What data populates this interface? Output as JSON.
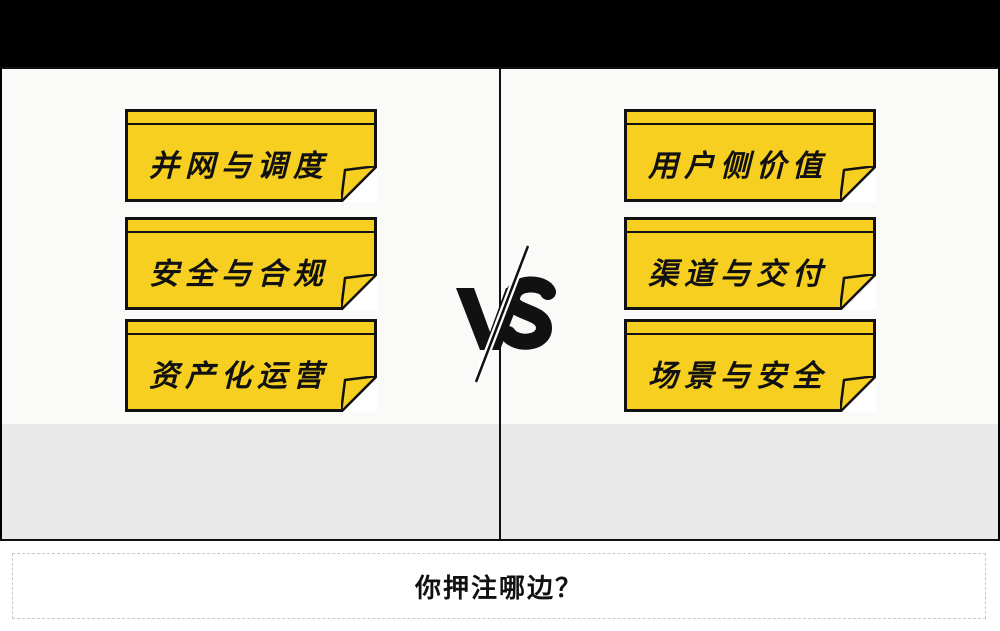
{
  "left_cards": [
    {
      "label": "并网与调度"
    },
    {
      "label": "安全与合规"
    },
    {
      "label": "资产化运营"
    }
  ],
  "right_cards": [
    {
      "label": "用户侧价值"
    },
    {
      "label": "渠道与交付"
    },
    {
      "label": "场景与安全"
    }
  ],
  "vs_label": "VS",
  "question": "你押注哪边？",
  "colors": {
    "note": "#f7cf21",
    "ink": "#111111"
  }
}
